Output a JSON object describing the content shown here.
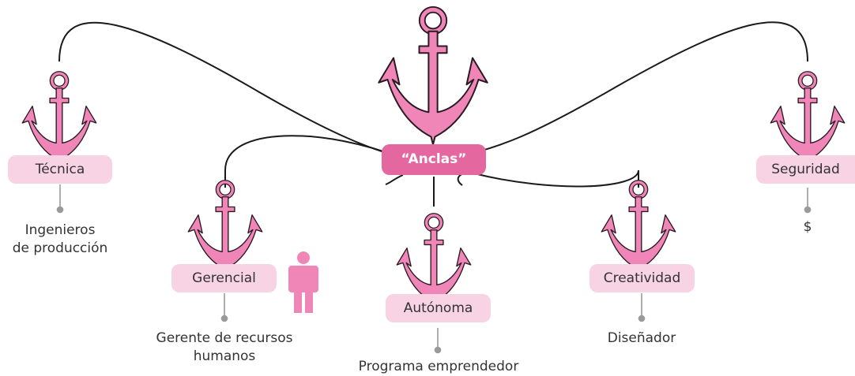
{
  "center": {
    "label": "“Anclas”"
  },
  "anchors": [
    {
      "id": "tecnica",
      "label": "Técnica",
      "description": "Ingenieros\nde producción"
    },
    {
      "id": "gerencial",
      "label": "Gerencial",
      "description": "Gerente de recursos\nhumanos"
    },
    {
      "id": "autonoma",
      "label": "Autónoma",
      "description": "Programa emprendedor"
    },
    {
      "id": "creatividad",
      "label": "Creatividad",
      "description": "Diseñador"
    },
    {
      "id": "seguridad",
      "label": "Seguridad",
      "description": "$"
    }
  ],
  "colors": {
    "anchor_fill": "#f086b8",
    "anchor_stroke": "#2a1a22",
    "pill_light": "#f8d3e3",
    "pill_main": "#e5679f",
    "person": "#f086b8",
    "connector": "#9a9a9a",
    "line": "#1a1a1a"
  },
  "icons": {
    "anchor": "anchor-icon",
    "person": "person-icon"
  }
}
